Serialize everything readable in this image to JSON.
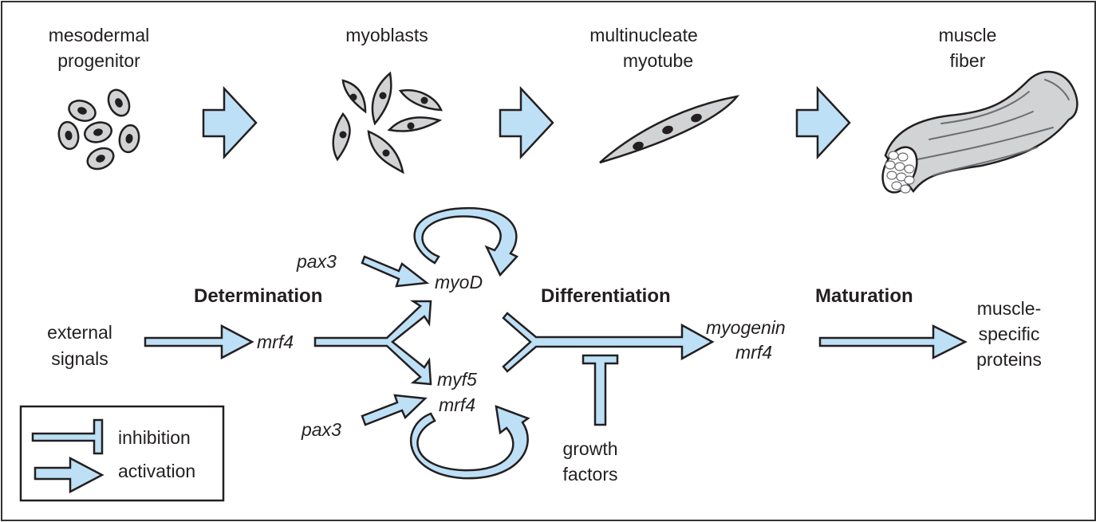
{
  "colors": {
    "arrow_fill": "#bde0f6",
    "outline": "#231f20",
    "cell_fill": "#d1d3d4",
    "frame": "#333333"
  },
  "stages": [
    {
      "line1": "mesodermal",
      "line2": "progenitor",
      "icon": "progenitor-cells-icon"
    },
    {
      "line1": "myoblasts",
      "line2": "",
      "icon": "myoblasts-icon"
    },
    {
      "line1": "multinucleate",
      "line2": "myotube",
      "icon": "myotube-icon"
    },
    {
      "line1": "muscle",
      "line2": "fiber",
      "icon": "muscle-fiber-icon"
    }
  ],
  "phases": {
    "determination": "Determination",
    "differentiation": "Differentiation",
    "maturation": "Maturation"
  },
  "nodes": {
    "external_signals": [
      "external",
      "signals"
    ],
    "mrf4_a": "mrf4",
    "pax3_top": "pax3",
    "pax3_bottom": "pax3",
    "myod": "myoD",
    "myf5": "myf5",
    "mrf4_b": "mrf4",
    "myogenin": "myogenin",
    "mrf4_c": "mrf4",
    "growth_factors": [
      "growth",
      "factors"
    ],
    "muscle_specific": [
      "muscle-",
      "specific",
      "proteins"
    ]
  },
  "legend": {
    "inhibition": "inhibition",
    "activation": "activation"
  }
}
